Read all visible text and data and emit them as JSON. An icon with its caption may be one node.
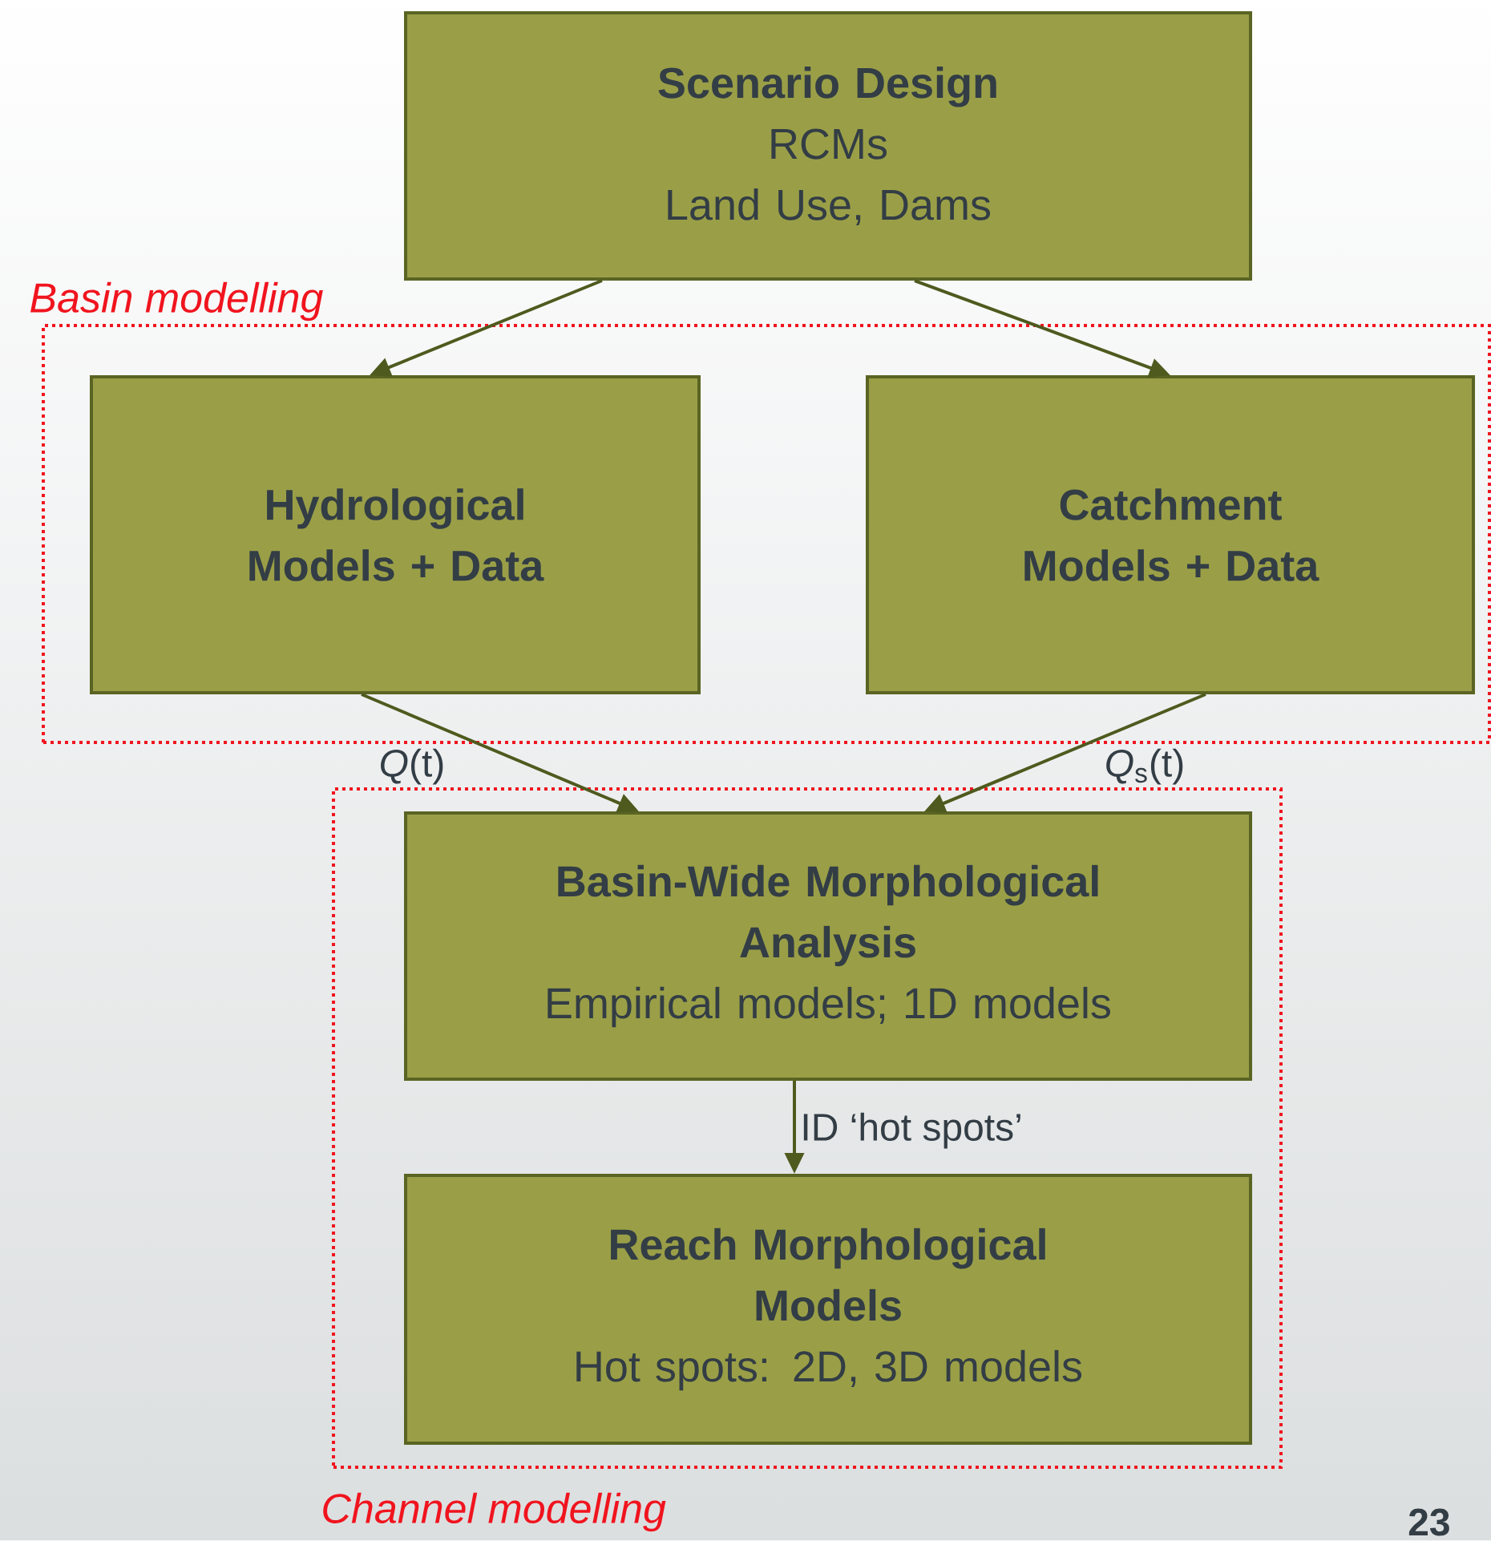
{
  "diagram": {
    "nodes": [
      {
        "text": [
          "Scenario Design",
          "RCMs",
          "Land Use, Dams"
        ]
      },
      {
        "text": [
          "Basin modelling"
        ]
      },
      {
        "text": [
          "Hydrological Models + Data"
        ],
        "in": 1
      },
      {
        "text": [
          "Catchment Models + Data"
        ],
        "in": 1
      },
      {
        "text": [
          "Channel modelling"
        ]
      },
      {
        "text": [
          "Basin-Wide Morphological Analysis",
          "Empirical models; 1D models"
        ],
        "in": 4
      },
      {
        "text": [
          "Reach Morphological Models",
          "Hot spots: 2D, 3D models"
        ],
        "in": 4
      }
    ],
    "edges": [
      {
        "from": 0,
        "to": 2,
        "arrow": "to"
      },
      {
        "from": 0,
        "to": 3,
        "arrow": "to"
      },
      {
        "from": 2,
        "to": 5,
        "arrow": "to",
        "label": "*Q*(t)"
      },
      {
        "from": 3,
        "to": 5,
        "arrow": "to",
        "label": "*Q*$_{s}$(t)"
      },
      {
        "from": 5,
        "to": 6,
        "arrow": "to",
        "label": "ID ‘hot spots’"
      }
    ],
    "labels": [
      "23"
    ]
  }
}
